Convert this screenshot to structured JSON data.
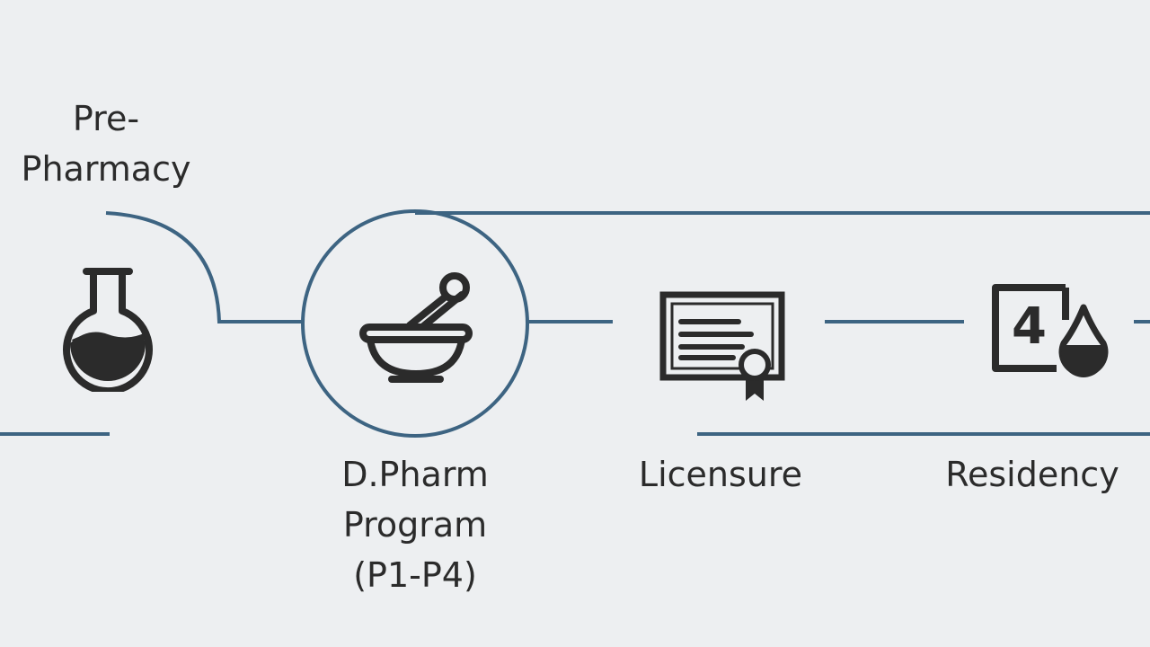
{
  "stages": [
    {
      "id": "pre-pharmacy",
      "label_lines": [
        "Pre-",
        "Pharmacy"
      ],
      "icon": "flask-icon"
    },
    {
      "id": "dpharm-program",
      "label_lines": [
        "D.Pharm",
        "Program",
        "(P1-P4)"
      ],
      "icon": "mortar-pestle-icon"
    },
    {
      "id": "licensure",
      "label_lines": [
        "Licensure"
      ],
      "icon": "certificate-icon"
    },
    {
      "id": "residency",
      "label_lines": [
        "Residency"
      ],
      "icon": "calendar-drop-icon",
      "icon_text": "4"
    }
  ],
  "colors": {
    "line": "#3d6482",
    "icon": "#2b2b2b",
    "text": "#2b2b2b",
    "background": "#edeff1"
  }
}
